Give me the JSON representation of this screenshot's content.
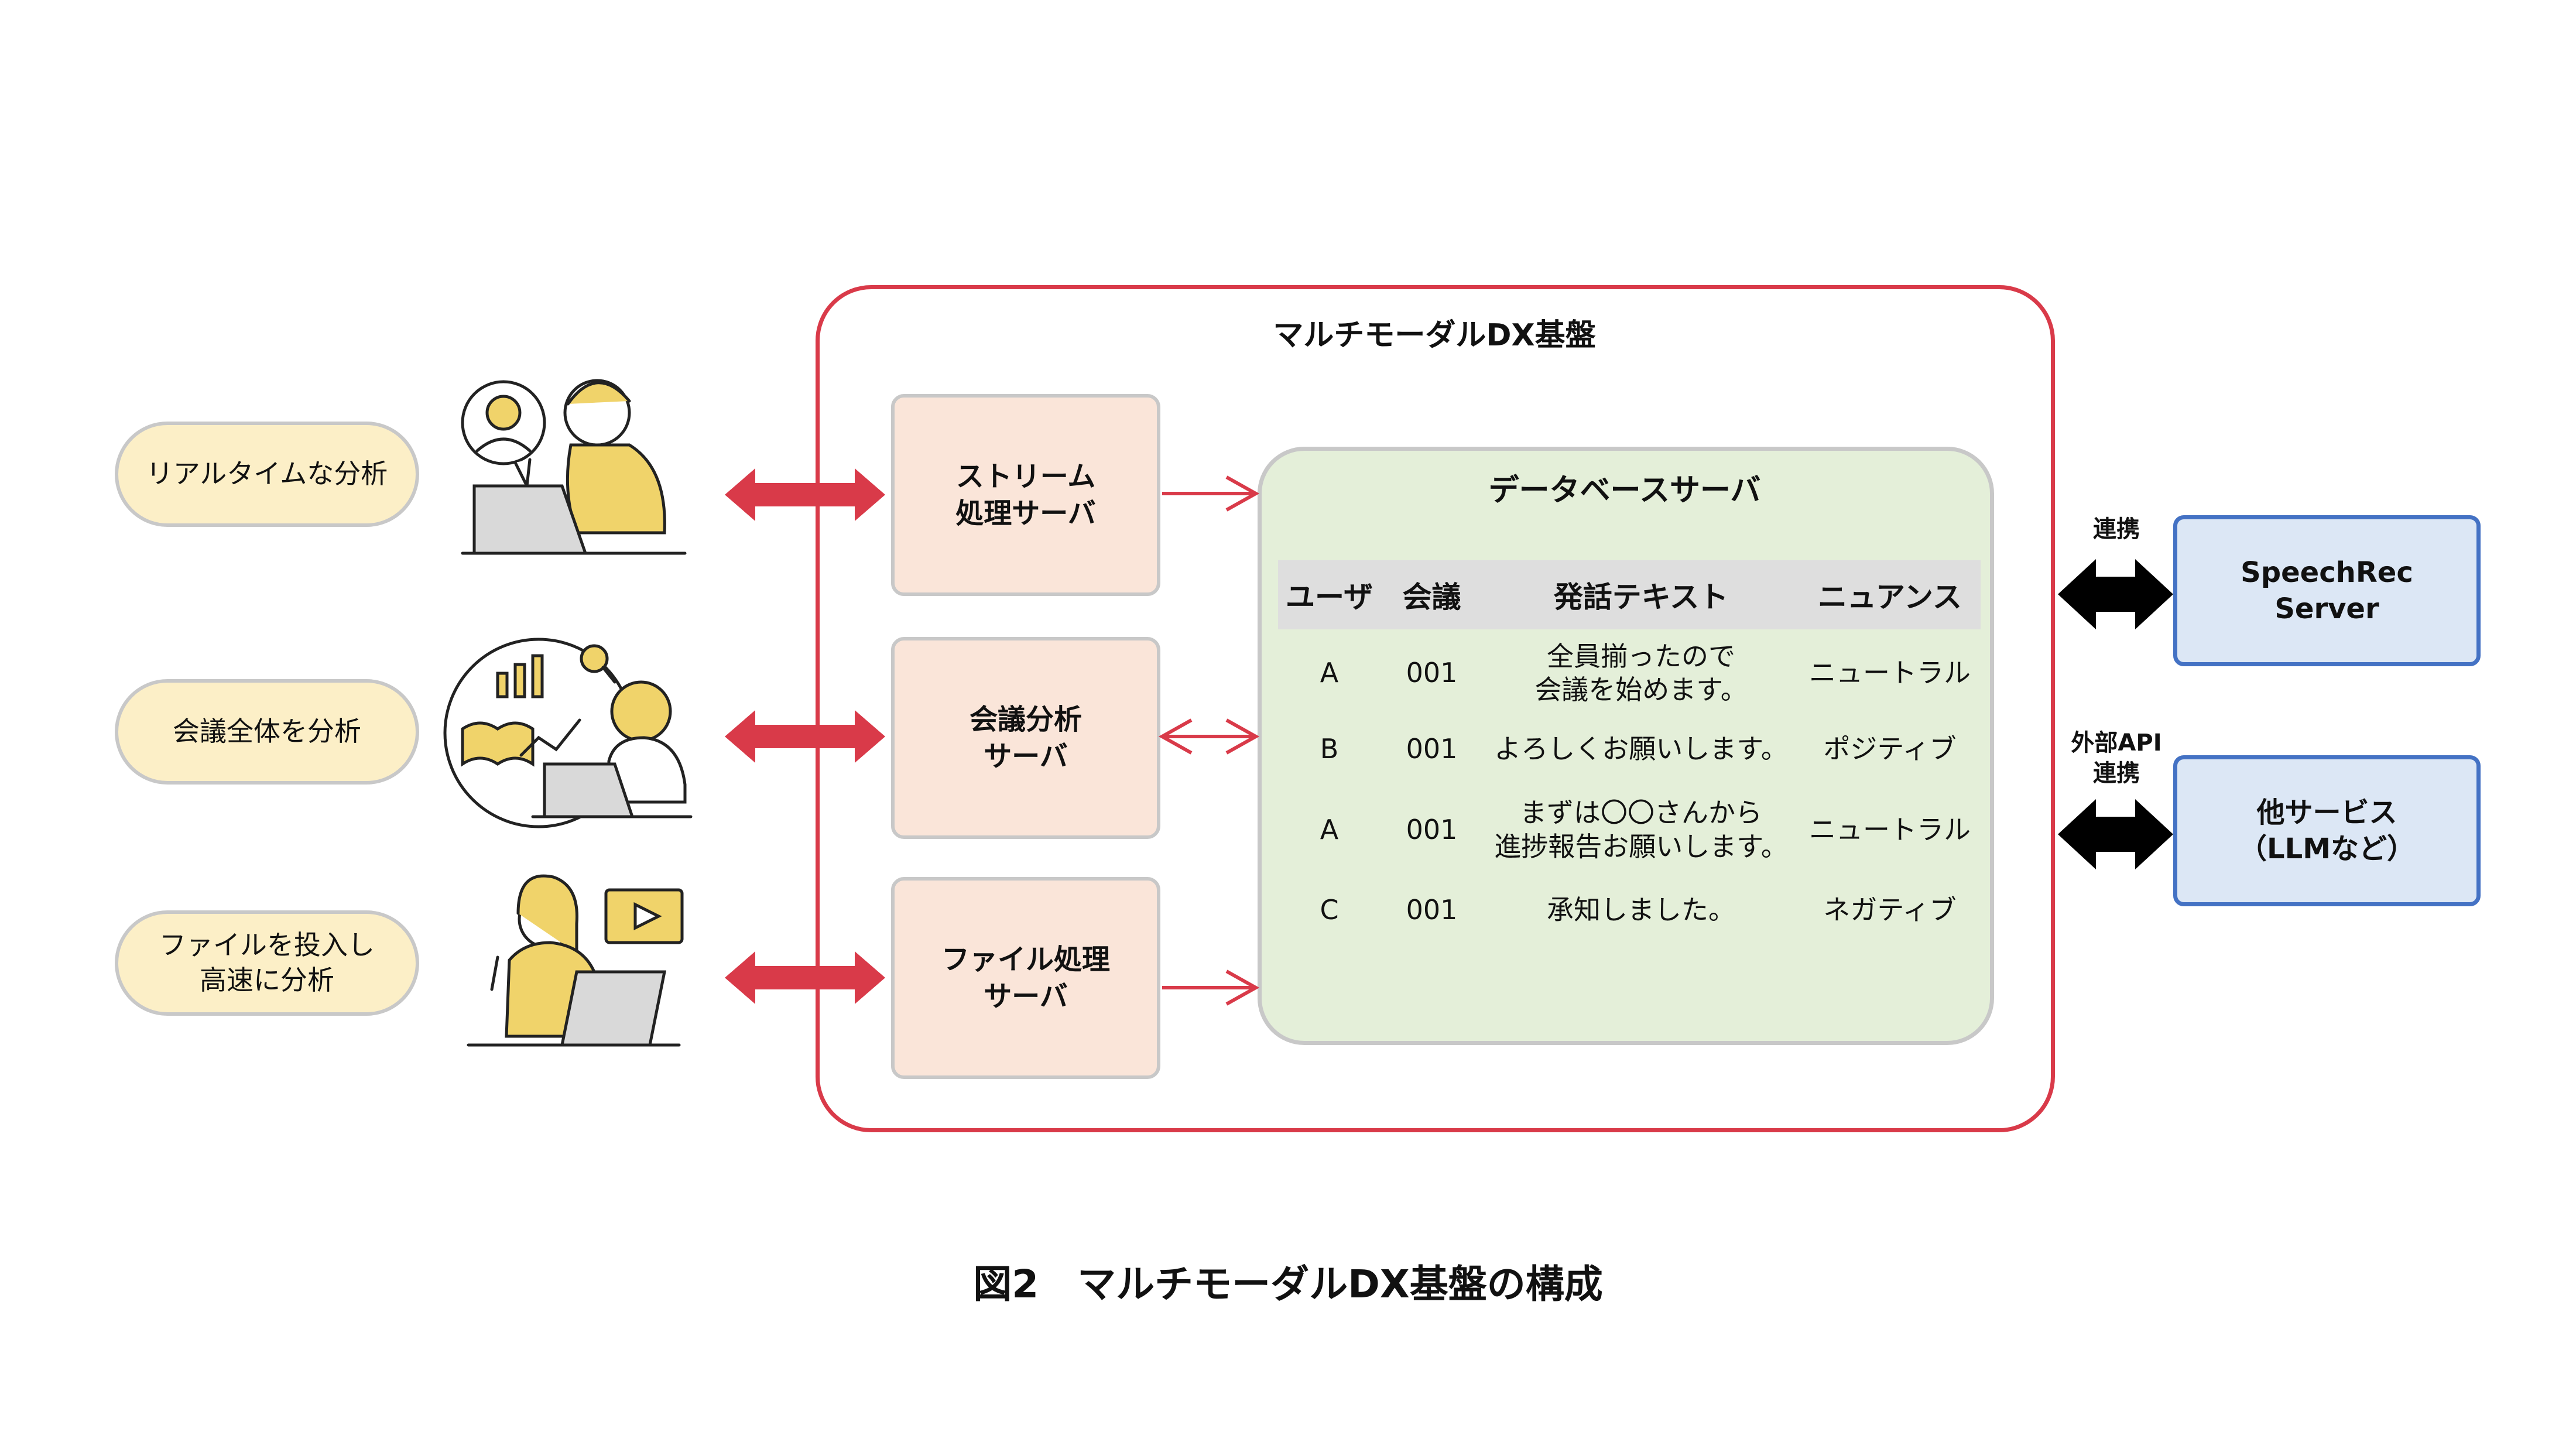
{
  "platform_title": "マルチモーダルDX基盤",
  "use_cases": [
    {
      "label": "リアルタイムな分析"
    },
    {
      "label": "会議全体を分析"
    },
    {
      "label": "ファイルを投入し\n高速に分析"
    }
  ],
  "servers": [
    {
      "label": "ストリーム\n処理サーバ"
    },
    {
      "label": "会議分析\nサーバ"
    },
    {
      "label": "ファイル処理\nサーバ"
    }
  ],
  "database": {
    "title": "データベースサーバ",
    "columns": [
      "ユーザ",
      "会議",
      "発話テキスト",
      "ニュアンス"
    ],
    "rows": [
      [
        "A",
        "001",
        "全員揃ったので\n会議を始めます。",
        "ニュートラル"
      ],
      [
        "B",
        "001",
        "よろしくお願いします。",
        "ポジティブ"
      ],
      [
        "A",
        "001",
        "まずは〇〇さんから\n進捗報告お願いします。",
        "ニュートラル"
      ],
      [
        "C",
        "001",
        "承知しました。",
        "ネガティブ"
      ]
    ]
  },
  "external": [
    {
      "connector_label": "連携",
      "label": "SpeechRec\nServer"
    },
    {
      "connector_label": "外部API\n連携",
      "label": "他サービス\n（LLMなど）"
    }
  ],
  "caption": "図2　マルチモーダルDX基盤の構成",
  "colors": {
    "accent_red": "#d93a49",
    "pill_fill": "#fcefc7",
    "server_fill": "#fae5d9",
    "db_fill": "#e4efd9",
    "external_fill": "#dce7f5",
    "external_border": "#4472c4",
    "illustration_yellow": "#f0d36a"
  },
  "icons": [
    "person-chat-laptop-icon",
    "person-analytics-icon",
    "person-video-laptop-icon"
  ]
}
